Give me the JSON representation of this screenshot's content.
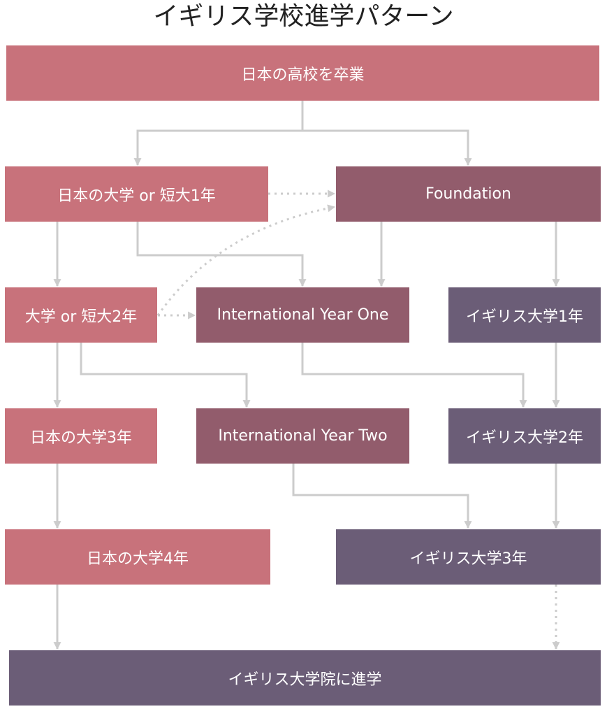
{
  "title": "イギリス学校進学パターン",
  "colors": {
    "japan": "#c8727b",
    "pathway": "#925c6c",
    "uk": "#6b5d77",
    "connector": "#cccccc"
  },
  "nodes": {
    "high_school": "日本の高校を卒業",
    "japan_uni_year1": "日本の大学 or 短大1年",
    "foundation": "Foundation",
    "uni_year2": "大学 or 短大2年",
    "international_year_one": "International Year One",
    "uk_uni_year1": "イギリス大学1年",
    "japan_uni_year3": "日本の大学3年",
    "international_year_two": "International Year Two",
    "uk_uni_year2": "イギリス大学2年",
    "japan_uni_year4": "日本の大学4年",
    "uk_uni_year3": "イギリス大学3年",
    "graduate_school": "イギリス大学院に進学"
  }
}
